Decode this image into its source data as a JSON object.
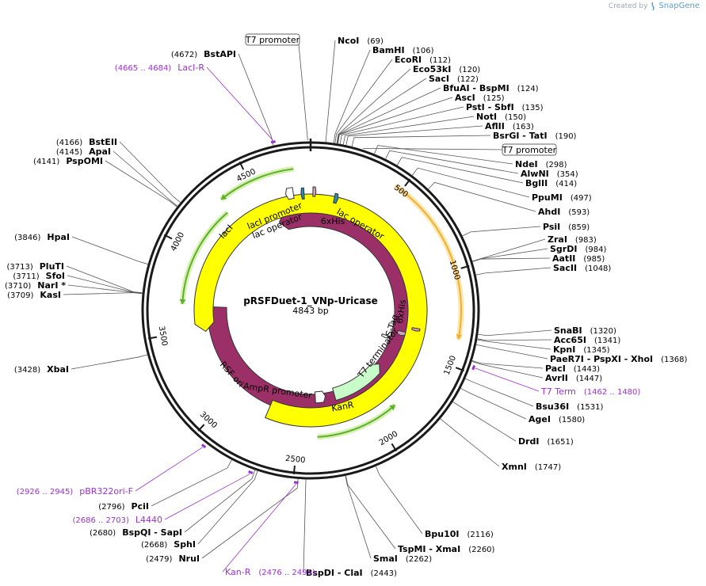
{
  "credit": {
    "prefix": "Created by",
    "brand": "SnapGene"
  },
  "plasmid": {
    "name": "pRSFDuet-1_VNp-Uricase",
    "length_label": "4843 bp",
    "length": 4843
  },
  "ticks": [
    {
      "pos": 500,
      "label": "500"
    },
    {
      "pos": 1000,
      "label": "1000"
    },
    {
      "pos": 1500,
      "label": "1500"
    },
    {
      "pos": 2000,
      "label": "2000"
    },
    {
      "pos": 2500,
      "label": "2500"
    },
    {
      "pos": 3000,
      "label": "3000"
    },
    {
      "pos": 3500,
      "label": "3500"
    },
    {
      "pos": 4000,
      "label": "4000"
    },
    {
      "pos": 4500,
      "label": "4500"
    }
  ],
  "sites": [
    {
      "pos": 69,
      "name": "NcoI",
      "pos_label": "(69)"
    },
    {
      "pos": 106,
      "name": "BamHI",
      "pos_label": "(106)"
    },
    {
      "pos": 112,
      "name": "EcoRI",
      "pos_label": "(112)"
    },
    {
      "pos": 120,
      "name": "Eco53kI",
      "pos_label": "(120)"
    },
    {
      "pos": 122,
      "name": "SacI",
      "pos_label": "(122)"
    },
    {
      "pos": 124,
      "name": "BfuAI - BspMI",
      "pos_label": "(124)"
    },
    {
      "pos": 125,
      "name": "AscI",
      "pos_label": "(125)"
    },
    {
      "pos": 135,
      "name": "PstI - SbfI",
      "pos_label": "(135)"
    },
    {
      "pos": 150,
      "name": "NotI",
      "pos_label": "(150)"
    },
    {
      "pos": 163,
      "name": "AflII",
      "pos_label": "(163)"
    },
    {
      "pos": 190,
      "name": "BsrGI - TatI",
      "pos_label": "(190)"
    },
    {
      "pos": 298,
      "name": "NdeI",
      "pos_label": "(298)"
    },
    {
      "pos": 354,
      "name": "AlwNI",
      "pos_label": "(354)"
    },
    {
      "pos": 414,
      "name": "BglII",
      "pos_label": "(414)"
    },
    {
      "pos": 497,
      "name": "PpuMI",
      "pos_label": "(497)"
    },
    {
      "pos": 593,
      "name": "AhdI",
      "pos_label": "(593)"
    },
    {
      "pos": 859,
      "name": "PsiI",
      "pos_label": "(859)"
    },
    {
      "pos": 983,
      "name": "ZraI",
      "pos_label": "(983)"
    },
    {
      "pos": 984,
      "name": "SgrDI",
      "pos_label": "(984)"
    },
    {
      "pos": 985,
      "name": "AatII",
      "pos_label": "(985)"
    },
    {
      "pos": 1048,
      "name": "SacII",
      "pos_label": "(1048)"
    },
    {
      "pos": 1320,
      "name": "SnaBI",
      "pos_label": "(1320)"
    },
    {
      "pos": 1341,
      "name": "Acc65I",
      "pos_label": "(1341)"
    },
    {
      "pos": 1345,
      "name": "KpnI",
      "pos_label": "(1345)"
    },
    {
      "pos": 1368,
      "name": "PaeR7I - PspXI - XhoI",
      "pos_label": "(1368)"
    },
    {
      "pos": 1443,
      "name": "PacI",
      "pos_label": "(1443)"
    },
    {
      "pos": 1447,
      "name": "AvrII",
      "pos_label": "(1447)"
    },
    {
      "pos": 1531,
      "name": "Bsu36I",
      "pos_label": "(1531)"
    },
    {
      "pos": 1580,
      "name": "AgeI",
      "pos_label": "(1580)"
    },
    {
      "pos": 1651,
      "name": "DrdI",
      "pos_label": "(1651)"
    },
    {
      "pos": 1747,
      "name": "XmnI",
      "pos_label": "(1747)"
    },
    {
      "pos": 2116,
      "name": "Bpu10I",
      "pos_label": "(2116)"
    },
    {
      "pos": 2260,
      "name": "TspMI - XmaI",
      "pos_label": "(2260)"
    },
    {
      "pos": 2262,
      "name": "SmaI",
      "pos_label": "(2262)"
    },
    {
      "pos": 2443,
      "name": "BspDI - ClaI",
      "pos_label": "(2443)"
    },
    {
      "pos": 2479,
      "name": "NruI",
      "pos_label": "(2479)"
    },
    {
      "pos": 2668,
      "name": "SphI",
      "pos_label": "(2668)"
    },
    {
      "pos": 2680,
      "name": "BspQI - SapI",
      "pos_label": "(2680)"
    },
    {
      "pos": 2796,
      "name": "PciI",
      "pos_label": "(2796)"
    },
    {
      "pos": 3428,
      "name": "XbaI",
      "pos_label": "(3428)"
    },
    {
      "pos": 3709,
      "name": "KasI",
      "pos_label": "(3709)"
    },
    {
      "pos": 3710,
      "name": "NarI *",
      "pos_label": "(3710)"
    },
    {
      "pos": 3711,
      "name": "SfoI",
      "pos_label": "(3711)"
    },
    {
      "pos": 3713,
      "name": "PluTI",
      "pos_label": "(3713)"
    },
    {
      "pos": 3846,
      "name": "HpaI",
      "pos_label": "(3846)"
    },
    {
      "pos": 4141,
      "name": "PspOMI",
      "pos_label": "(4141)"
    },
    {
      "pos": 4145,
      "name": "ApaI",
      "pos_label": "(4145)"
    },
    {
      "pos": 4166,
      "name": "BstEII",
      "pos_label": "(4166)"
    },
    {
      "pos": 4672,
      "name": "BstAPI",
      "pos_label": "(4672)"
    }
  ],
  "primers": [
    {
      "pos": 4675,
      "name": "LacI-R",
      "range": "(4665 .. 4684)"
    },
    {
      "pos": 1471,
      "name": "T7 Term",
      "range": "(1462 .. 1480)"
    },
    {
      "pos": 2936,
      "name": "pBR322ori-F",
      "range": "(2926 .. 2945)"
    },
    {
      "pos": 2695,
      "name": "L4440",
      "range": "(2686 .. 2703)"
    },
    {
      "pos": 2486,
      "name": "Kan-R",
      "range": "(2476 .. 2495)"
    }
  ],
  "promoter_boxes": [
    {
      "pos": 4830,
      "label": "T7 promoter"
    },
    {
      "pos": 240,
      "label": "T7 promoter"
    }
  ],
  "features": [
    {
      "name": "lacI",
      "label": "lacI",
      "start": 3660,
      "end": 4580,
      "color": "#9b3068"
    },
    {
      "name": "RSF ori",
      "label": "RSF ori",
      "start": 2730,
      "end": 3480,
      "color": "#ffff00"
    },
    {
      "name": "KanR",
      "label": "KanR",
      "start": 2210,
      "end": 1720,
      "color": "#c8fcc8"
    },
    {
      "name": "AmpR promoter",
      "label": "AmpR promoter",
      "start": 2380,
      "end": 2290,
      "color": "#ffffff"
    },
    {
      "name": "lacI promoter",
      "label": "lacI promoter",
      "start": 4730,
      "end": 4680,
      "color": "#ffffff"
    },
    {
      "name": "lac operator left",
      "label": "lac operator",
      "start": 4800,
      "end": 4780,
      "color": "#2a8ab0"
    },
    {
      "name": "lac operator right",
      "label": "lac operator",
      "start": 160,
      "end": 185,
      "color": "#2a8ab0"
    },
    {
      "name": "6xHis top",
      "label": "6xHis",
      "start": 15,
      "end": 35,
      "color": "#e0a0b8"
    },
    {
      "name": "6xHis right",
      "label": "6xHis",
      "start": 1340,
      "end": 1360,
      "color": "#e0a0b8"
    },
    {
      "name": "S-Tag",
      "label": "S-Tag",
      "start": 1385,
      "end": 1420,
      "color": "#d0a0c0"
    },
    {
      "name": "T7 terminator",
      "label": "T7 terminator",
      "start": 1455,
      "end": 1480,
      "color": "#ffffff"
    }
  ],
  "arcs": [
    {
      "name": "uricase arc",
      "start": 460,
      "end": 1360,
      "color": "#f0b030",
      "glow": "#fde6b0"
    },
    {
      "name": "lacI outer arc",
      "start": 4750,
      "end": 4320,
      "color": "#5cb030",
      "glow": "#d8f0b0"
    },
    {
      "name": "lacI inner arc",
      "start": 4300,
      "end": 3670,
      "color": "#5cb030",
      "glow": "#d8f0b0"
    },
    {
      "name": "KanR arc",
      "start": 2380,
      "end": 1860,
      "color": "#5cb030",
      "glow": "#d8f0b0"
    }
  ],
  "colors": {
    "backbone": "#1a1a1a",
    "primer": "#9b30d0",
    "leader": "#555555"
  }
}
